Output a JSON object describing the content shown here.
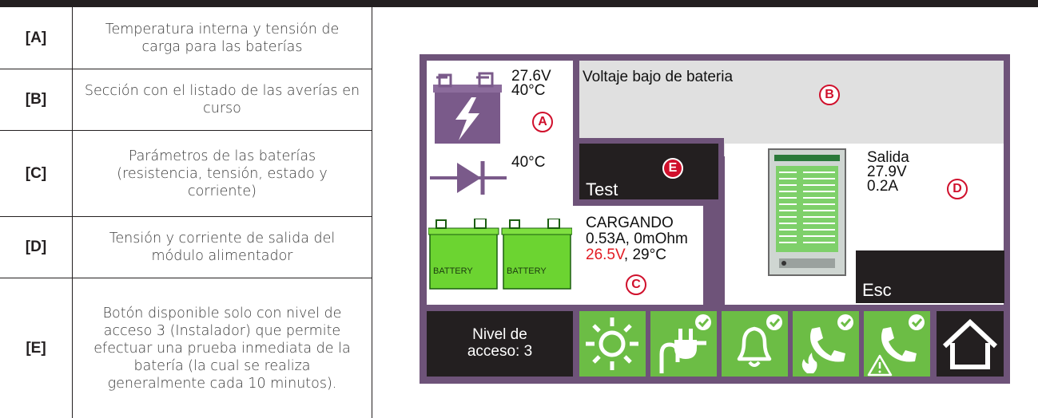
{
  "legend": [
    {
      "key": "[A]",
      "desc": "Temperatura interna y tensión de carga para las baterías"
    },
    {
      "key": "[B]",
      "desc": "Sección con el listado de las averías en curso"
    },
    {
      "key": "[C]",
      "desc": "Parámetros de las baterías (resistencia, tensión, estado y corriente)"
    },
    {
      "key": "[D]",
      "desc": "Tensión y corriente de salida del módulo alimentador"
    },
    {
      "key": "[E]",
      "desc": "Botón disponible solo con nivel de acceso 3 (Instalador) que permite efectuar una prueba inmediata de la batería (la cual se realiza generalmente cada 10 minutos)."
    }
  ],
  "screen": {
    "section_a": {
      "voltage": "27.6V",
      "temperature": "40°C",
      "diode_temperature": "40°C",
      "badge": "A"
    },
    "section_b": {
      "fault_text": "Voltaje bajo de bateria",
      "badge": "B"
    },
    "section_c": {
      "status": "CARGANDO",
      "current_resistance": "0.53A, 0mOhm",
      "voltage": "26.5V",
      "temperature": ", 29°C",
      "battery_label": "BATTERY",
      "badge": "C"
    },
    "section_d": {
      "label": "Salida",
      "voltage": "27.9V",
      "current": "0.2A",
      "badge": "D"
    },
    "section_e": {
      "button_label": "Test",
      "badge": "E"
    },
    "esc_label": "Esc",
    "access_level": {
      "line1": "Nivel de",
      "line2": "acceso: 3"
    },
    "icons": [
      "sun-icon",
      "power-plug-icon",
      "bell-icon",
      "phone-fire-icon",
      "phone-warning-icon",
      "home-icon"
    ]
  },
  "colors": {
    "frame": "#6e5379",
    "green": "#6cbd45",
    "badge_red": "#d0102c",
    "dark": "#231f20",
    "fault_bg": "#e0e0e0",
    "battery_purple": "#7a5a8a"
  }
}
